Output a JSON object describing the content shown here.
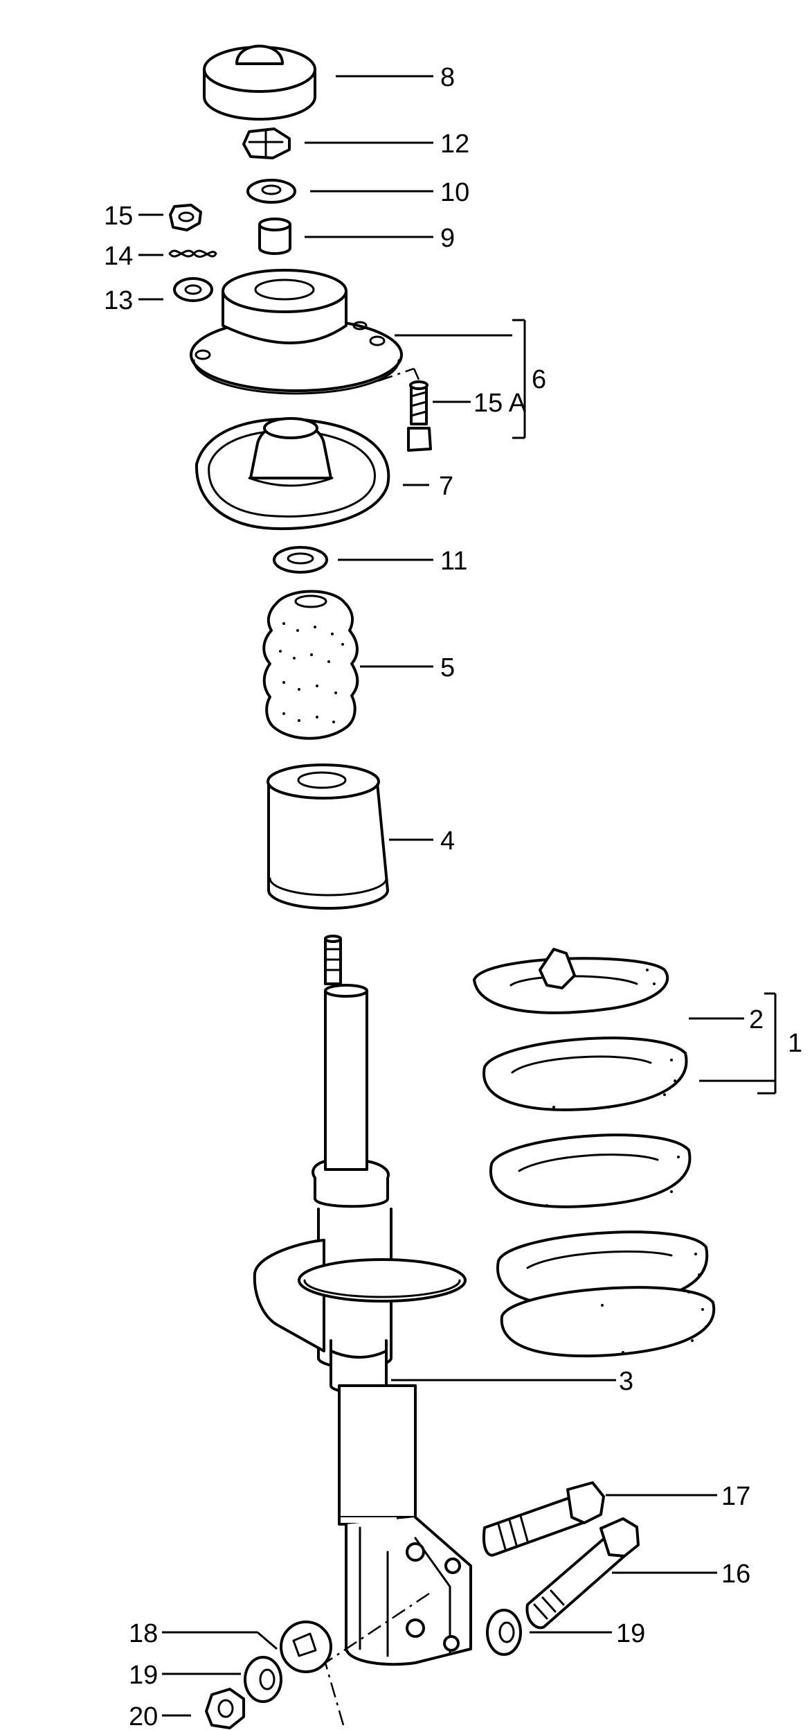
{
  "diagram": {
    "callouts": {
      "c8": "8",
      "c12": "12",
      "c10": "10",
      "c9": "9",
      "c15": "15",
      "c14": "14",
      "c13": "13",
      "c6": "6",
      "c15a": "15 A",
      "c7": "7",
      "c11": "11",
      "c5": "5",
      "c4": "4",
      "c2": "2",
      "c1": "1",
      "c3": "3",
      "c17": "17",
      "c16": "16",
      "c19a": "19",
      "c18": "18",
      "c19b": "19",
      "c20": "20"
    }
  }
}
